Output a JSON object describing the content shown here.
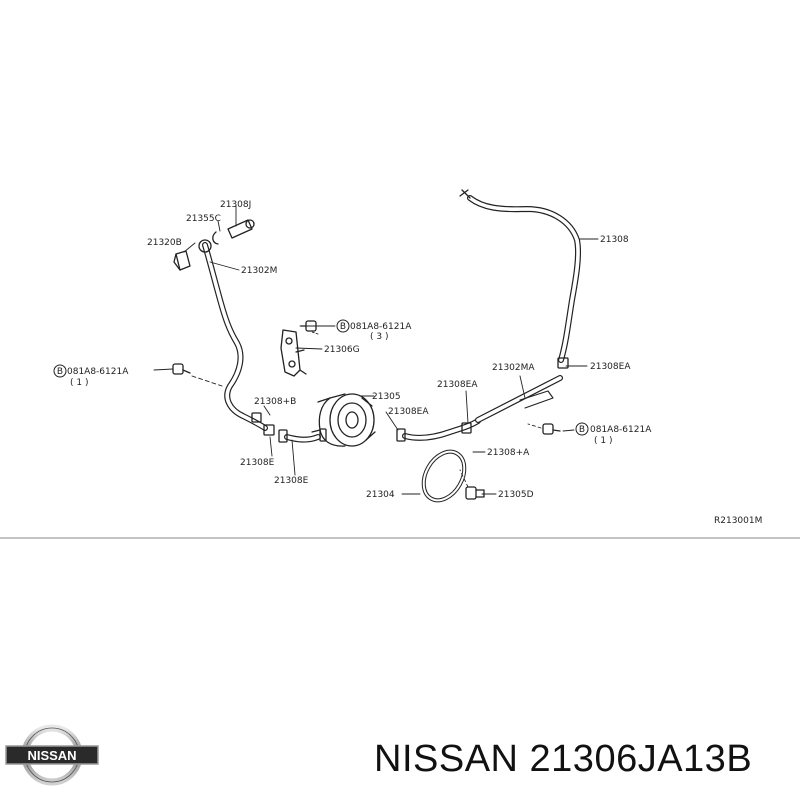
{
  "callouts": {
    "c_21308J": "21308J",
    "c_21355C": "21355C",
    "c_21320B": "21320B",
    "c_21302M": "21302M",
    "c_bolt_top": "081A8-6121A",
    "c_bolt_top_qty": "( 3 )",
    "c_21306G": "21306G",
    "c_bolt_left": "081A8-6121A",
    "c_bolt_left_qty": "( 1 )",
    "c_21308B_B": "21308+B",
    "c_21305": "21305",
    "c_21308EA_mid": "21308EA",
    "c_21308EA_r": "21308EA",
    "c_21302MA": "21302MA",
    "c_21308": "21308",
    "c_21308EA_far": "21308EA",
    "c_bolt_right": "081A8-6121A",
    "c_bolt_right_qty": "( 1 )",
    "c_21308B_A": "21308+A",
    "c_21308E": "21308E",
    "c_21308BE": "21308E",
    "c_21304": "21304",
    "c_21305D": "21305D",
    "c_ref": "R213001M",
    "bolt_marker": "B"
  },
  "caption": "NISSAN 21306JA13B",
  "logo_text": "NISSAN",
  "colors": {
    "line": "#222222",
    "text": "#111111",
    "background": "#ffffff"
  }
}
